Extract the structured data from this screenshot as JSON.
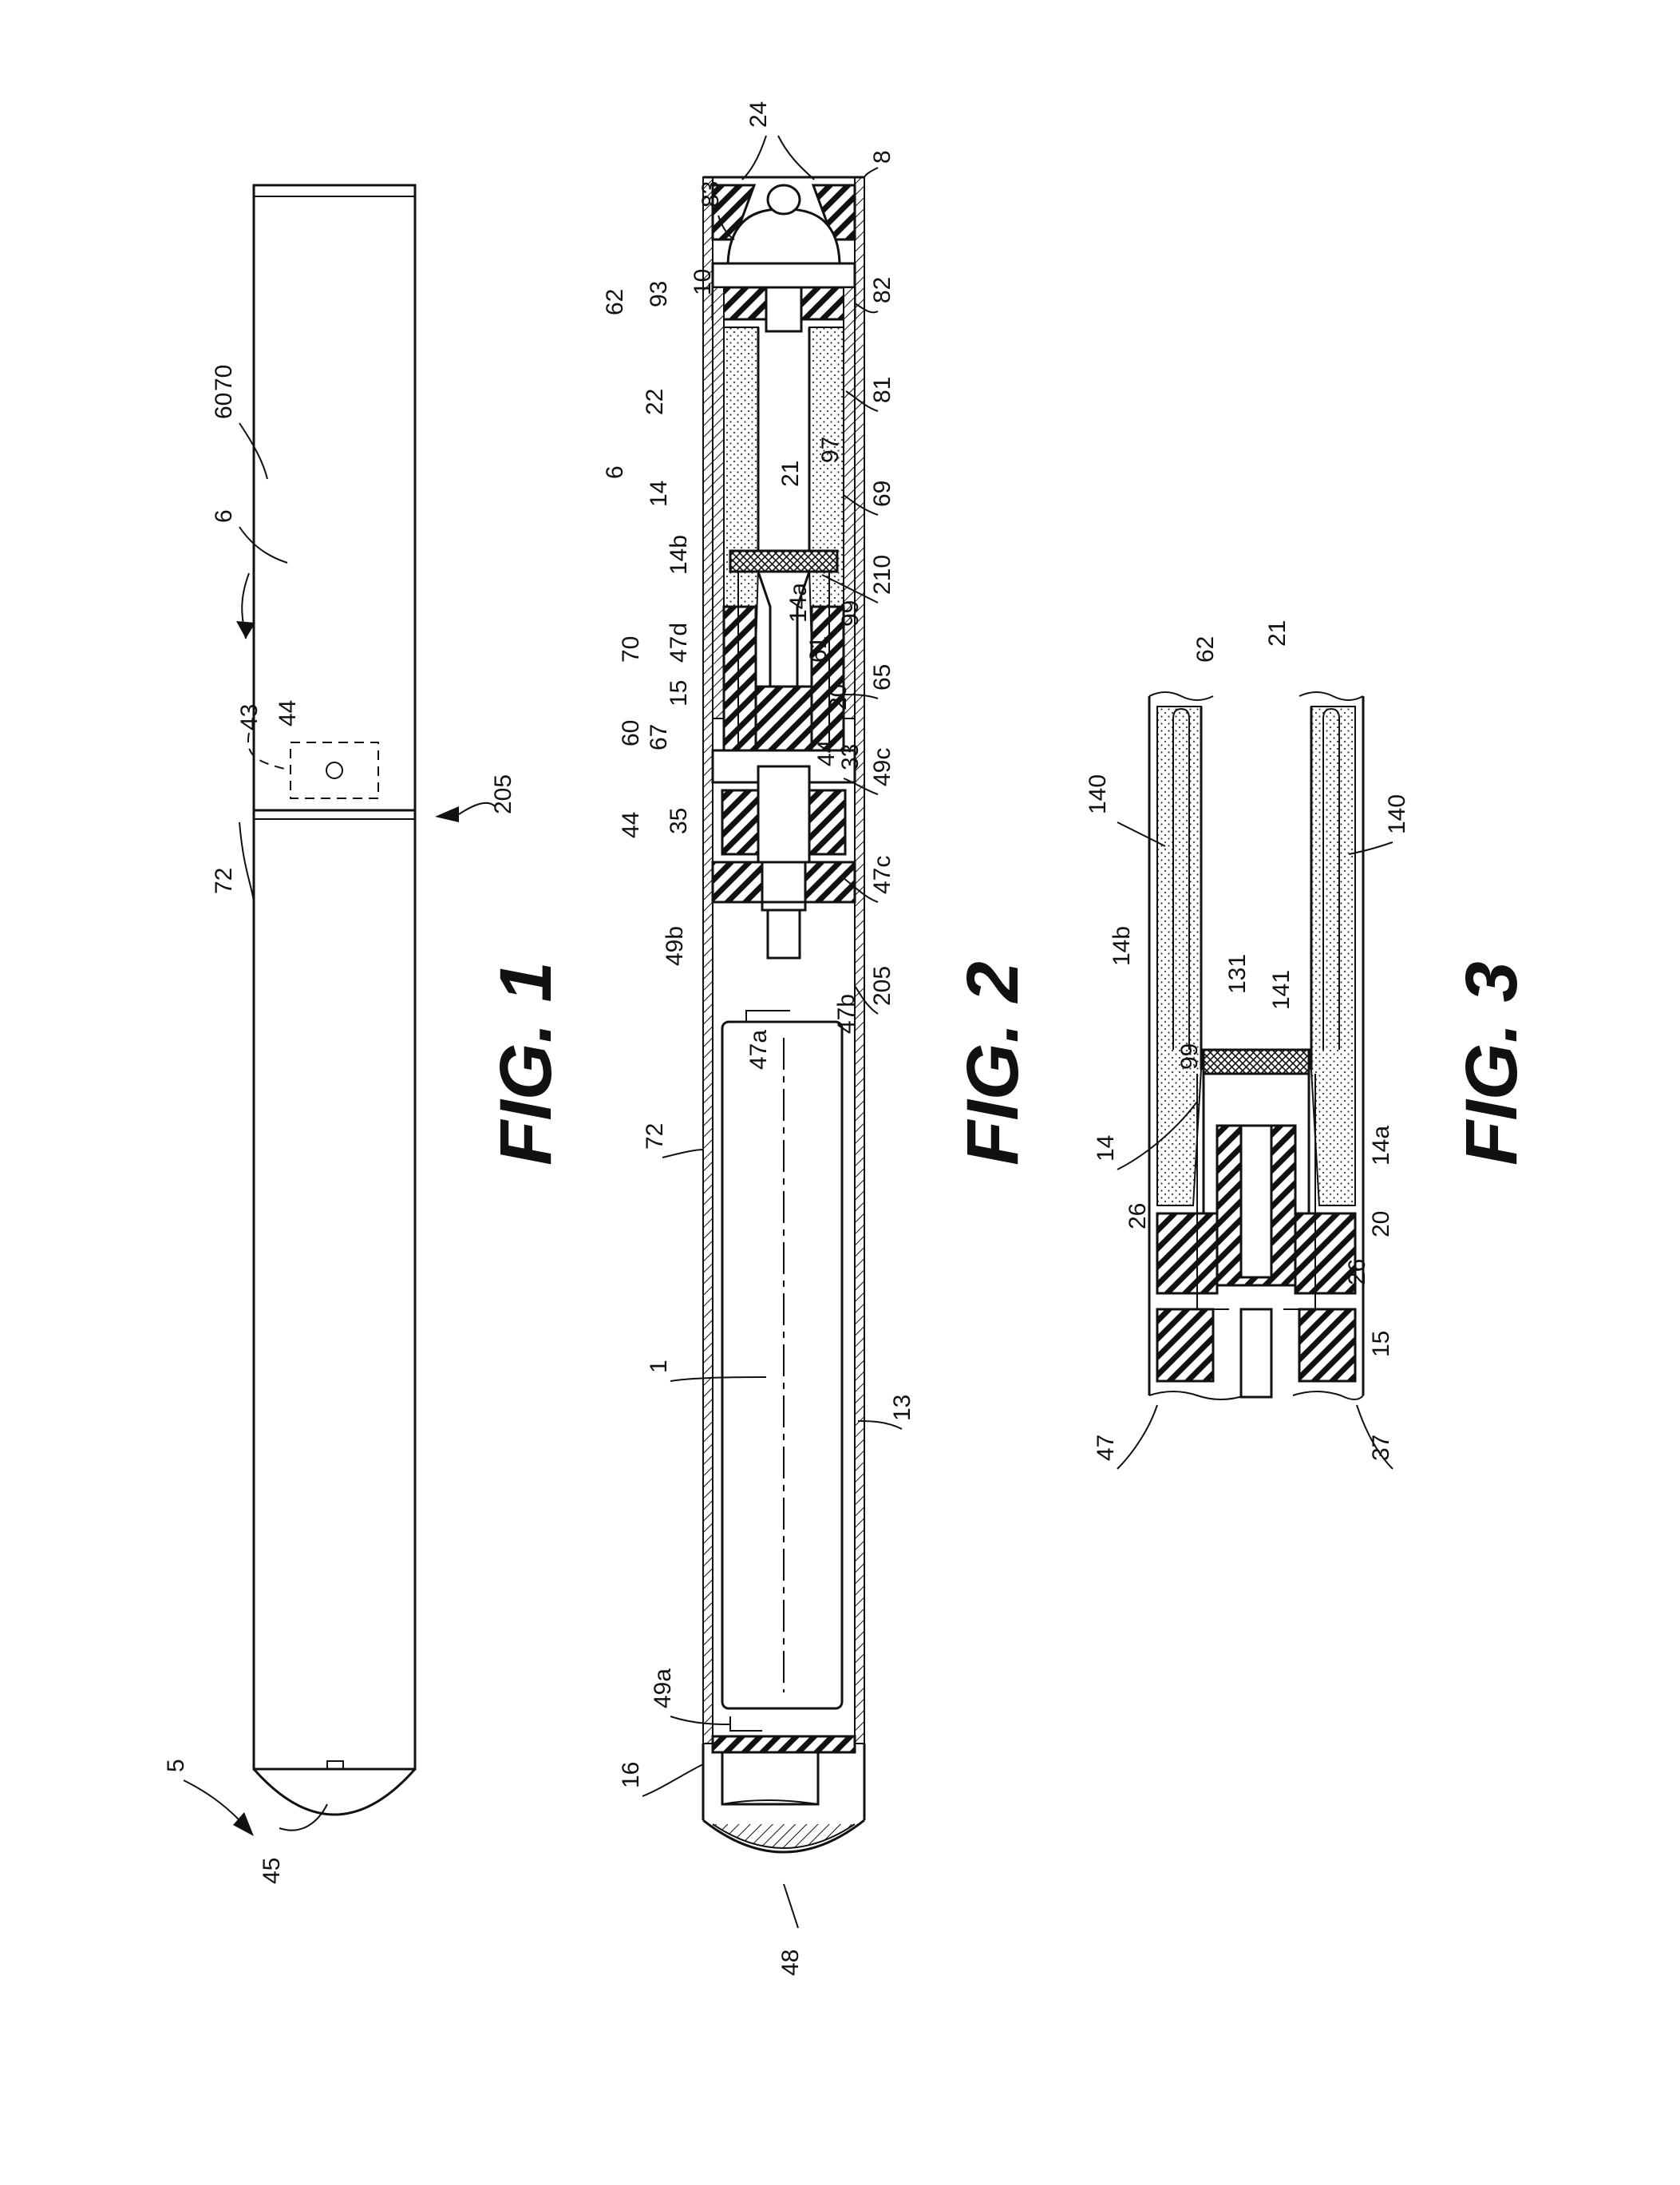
{
  "figures": [
    {
      "id": "fig1",
      "caption": "FIG. 1",
      "labels": [
        "60",
        "6",
        "70",
        "43",
        "44",
        "205",
        "72",
        "5",
        "45"
      ]
    },
    {
      "id": "fig2",
      "caption": "FIG. 2",
      "labels": [
        "24",
        "8",
        "83",
        "82",
        "10",
        "93",
        "62",
        "81",
        "22",
        "97",
        "21",
        "69",
        "6",
        "14",
        "210",
        "14b",
        "99",
        "14a",
        "47d",
        "70",
        "61",
        "65",
        "20",
        "15",
        "67",
        "60",
        "49c",
        "33",
        "44'",
        "44",
        "35",
        "47c",
        "49b",
        "205",
        "47b",
        "47a",
        "72",
        "1",
        "13",
        "49a",
        "16",
        "48"
      ]
    },
    {
      "id": "fig3",
      "caption": "FIG. 3",
      "labels": [
        "62",
        "21",
        "140",
        "140",
        "14b",
        "131",
        "141",
        "99",
        "14",
        "14a",
        "26",
        "20",
        "26",
        "15",
        "47",
        "37"
      ]
    }
  ]
}
